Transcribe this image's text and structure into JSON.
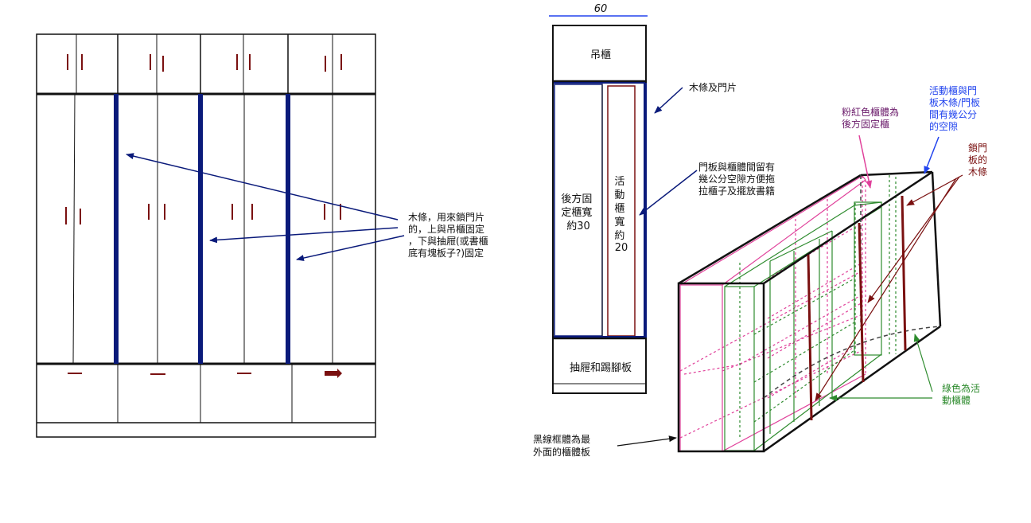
{
  "colors": {
    "frame": "#111111",
    "navy": "#0a1a7a",
    "maroon": "#7a1010",
    "pink": "#e0409a",
    "green": "#2e8b2e",
    "purple": "#6a1a6a",
    "blue": "#2244ee"
  },
  "front_view": {
    "annotation_lines": [
      "木條，用來鎖門片",
      "的，上與吊櫃固定",
      "，下與抽屜(或書櫃",
      "底有塊板子?)固定"
    ]
  },
  "side_view": {
    "width_label": "60",
    "top_cabinet": "吊櫃",
    "rear_fixed_lines": [
      "後方固",
      "定櫃寬",
      "約30"
    ],
    "movable_chars": [
      "活",
      "動",
      "櫃",
      "寬",
      "約",
      "20"
    ],
    "bottom": "抽屜和踢腳板",
    "note_wood_door": "木條及門片",
    "note_gap_lines": [
      "門板與櫃體間留有",
      "幾公分空隙方便拖",
      "拉櫃子及擺放書籍"
    ]
  },
  "iso_view": {
    "pink_note_lines": [
      "粉紅色櫃體為",
      "後方固定櫃"
    ],
    "gap_note_lines": [
      "活動櫃與門",
      "板木條/門板",
      "間有幾公分",
      "的空隙"
    ],
    "lock_note_lines": [
      "鎖門",
      "板的",
      "木條"
    ],
    "green_note_lines": [
      "綠色為活",
      "動櫃體"
    ],
    "black_note_lines": [
      "黑線框體為最",
      "外面的櫃體板"
    ]
  }
}
